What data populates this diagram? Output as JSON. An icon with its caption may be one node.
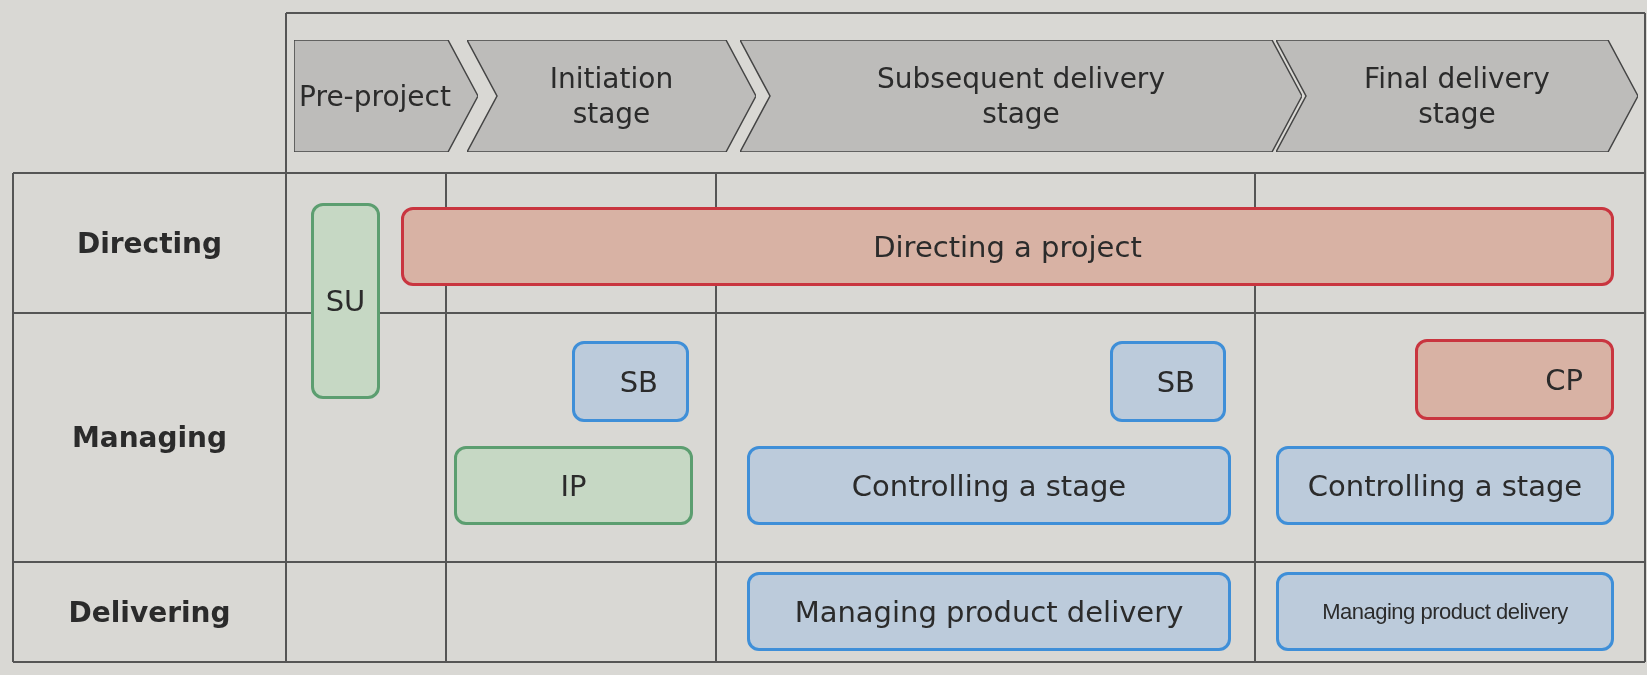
{
  "diagram": {
    "nodes": [
      {
        "text": [
          "Pre-project"
        ]
      },
      {
        "text": [
          "Initiation stage"
        ]
      },
      {
        "text": [
          "Subsequent delivery stage"
        ]
      },
      {
        "text": [
          "Final delivery stage"
        ]
      },
      {
        "text": [
          "SU"
        ]
      },
      {
        "text": [
          "Directing a project"
        ]
      },
      {
        "text": [
          "SB"
        ]
      },
      {
        "text": [
          "IP"
        ]
      },
      {
        "text": [
          "SB"
        ]
      },
      {
        "text": [
          "Controlling a stage"
        ]
      },
      {
        "text": [
          "CP"
        ]
      },
      {
        "text": [
          "Controlling a stage"
        ]
      },
      {
        "text": [
          "Managing product delivery"
        ]
      },
      {
        "text": [
          "Managing product delivery"
        ]
      }
    ],
    "edges": [],
    "labels": [
      "Directing",
      "Managing",
      "Delivering"
    ]
  }
}
